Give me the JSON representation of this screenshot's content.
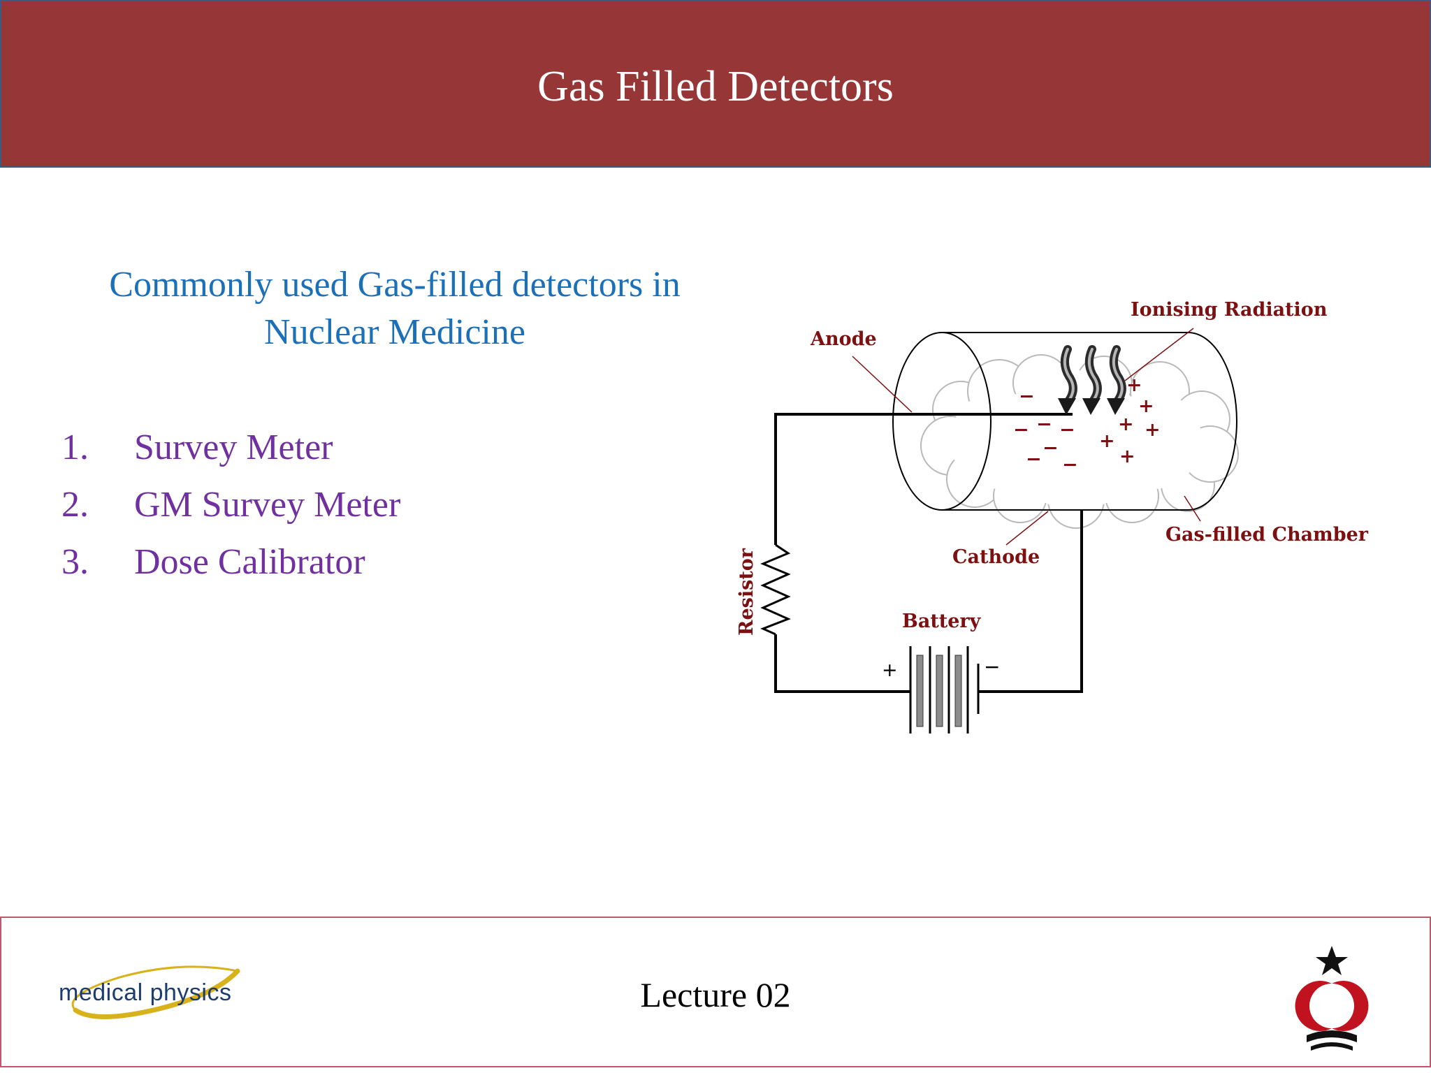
{
  "header": {
    "title": "Gas Filled Detectors"
  },
  "main": {
    "subtitle_line1": "Commonly used Gas-filled detectors in",
    "subtitle_line2": "Nuclear Medicine",
    "list": [
      {
        "num": "1.",
        "label": "Survey Meter"
      },
      {
        "num": "2.",
        "label": "GM Survey Meter"
      },
      {
        "num": "3.",
        "label": "Dose Calibrator"
      }
    ]
  },
  "diagram": {
    "labels": {
      "ionising_radiation": "Ionising Radiation",
      "anode": "Anode",
      "gas_filled_chamber": "Gas-filled Chamber",
      "cathode": "Cathode",
      "battery": "Battery",
      "resistor": "Resistor",
      "plus": "+",
      "minus": "−"
    }
  },
  "footer": {
    "lecture": "Lecture 02",
    "logo_text": "medical physics"
  },
  "colors": {
    "header_bg": "#963637",
    "subtitle": "#1b70b8",
    "list_text": "#7030a0",
    "diagram_label": "#7b1111",
    "footer_border": "#c0586c"
  }
}
